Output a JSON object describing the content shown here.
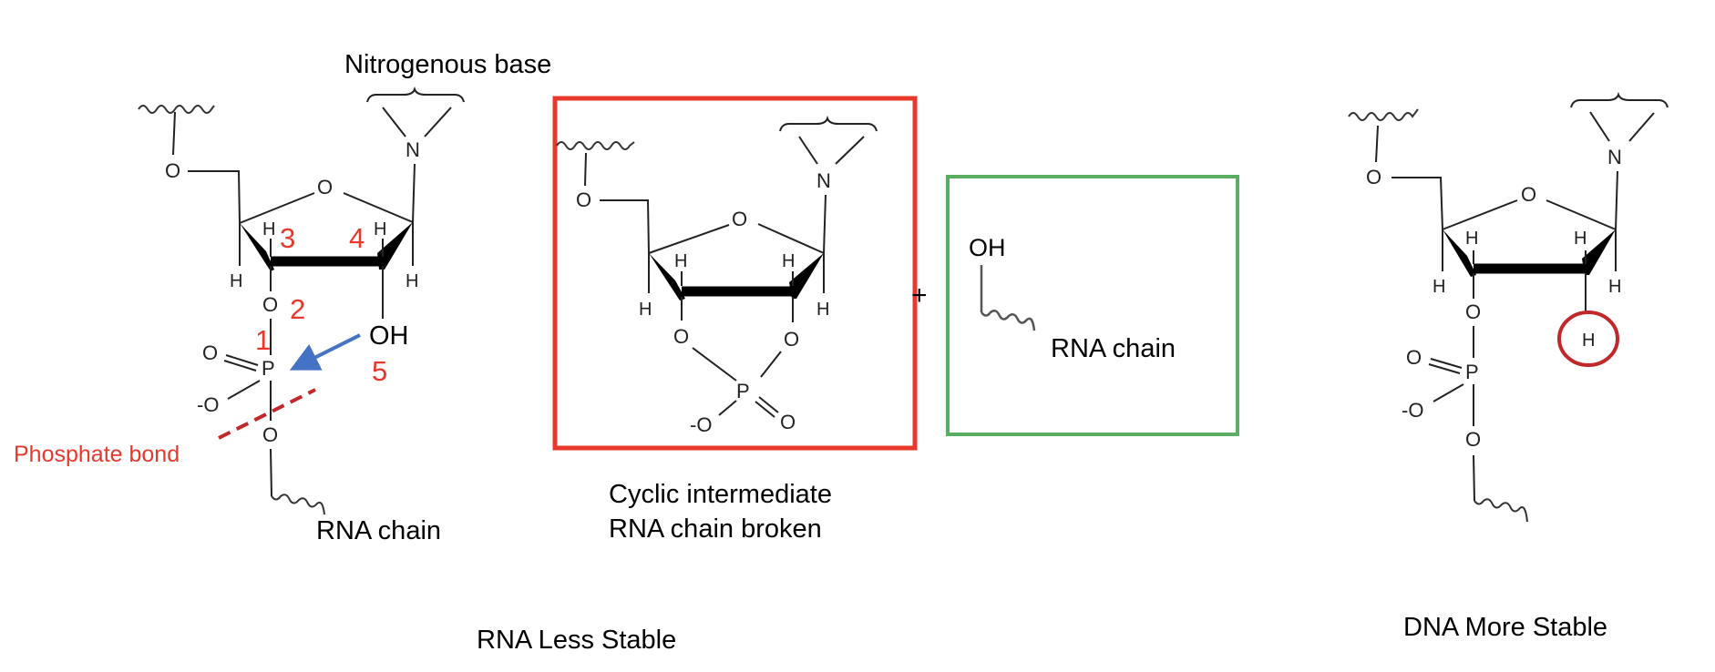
{
  "title": "RNA vs DNA stability: 2'-OH mediated phosphodiester cleavage",
  "colors": {
    "annotation_red": "#E8382C",
    "dashed_bond": "#C0282A",
    "arrow_blue": "#4472C4",
    "intermediate_box": "#E8382C",
    "product_box": "#5AAE61",
    "highlight_circle": "#C0282A"
  },
  "rna": {
    "base_label": "Nitrogenous base",
    "atoms": {
      "o5": "O",
      "ring_o": "O",
      "n": "N",
      "h_c4": "H",
      "h_c1": "H",
      "h_c3": "H",
      "h_c2": "H",
      "o3": "O",
      "p": "P",
      "p_double_o": "O",
      "p_minus_o": "-O",
      "o_lower": "O",
      "oh": "OH"
    },
    "step_numbers": [
      "1",
      "2",
      "3",
      "4",
      "5"
    ],
    "phosphate_bond_label": "Phosphate bond",
    "chain_label": "RNA chain",
    "caption": "RNA Less Stable",
    "arrow_icon": "nucleophilic-attack-arrow"
  },
  "intermediate": {
    "atoms": {
      "o5": "O",
      "ring_o": "O",
      "n": "N",
      "h_c4": "H",
      "h_c1": "H",
      "h_c3": "H",
      "h_c2": "H",
      "o_left": "O",
      "o_right": "O",
      "p": "P",
      "p_minus_o": "-O",
      "p_double_o": "O"
    },
    "caption_line1": "Cyclic intermediate",
    "caption_line2": "RNA chain broken"
  },
  "plus_sign": "+",
  "product": {
    "oh": "OH",
    "chain_label": "RNA chain"
  },
  "dna": {
    "atoms": {
      "o5": "O",
      "ring_o": "O",
      "n": "N",
      "h_c4": "H",
      "h_c1": "H",
      "h_c3": "H",
      "h_c2": "H",
      "o3": "O",
      "p": "P",
      "p_double_o": "O",
      "p_minus_o": "-O",
      "o_lower": "O",
      "circled_h": "H"
    },
    "caption": "DNA More Stable"
  }
}
